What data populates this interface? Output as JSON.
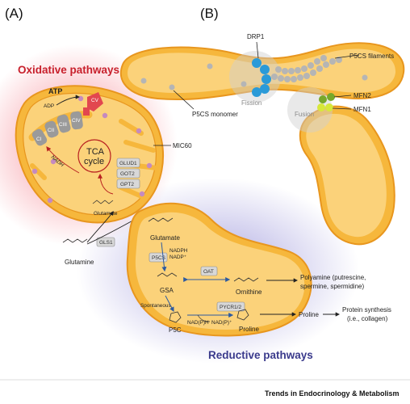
{
  "panels": {
    "a": "(A)",
    "b": "(B)"
  },
  "headings": {
    "oxidative": "Oxidative pathways",
    "reductive": "Reductive pathways"
  },
  "mito_a": {
    "atp": "ATP",
    "adp": "ADP",
    "complexes": [
      "CI",
      "CII",
      "CIII",
      "CIV",
      "CV"
    ],
    "nadh": "NADH",
    "tca": [
      "TCA",
      "cycle"
    ],
    "enzymes": [
      "GLUD1",
      "GOT2",
      "GPT2"
    ],
    "glutamate": "Glutamate",
    "mic60": "MIC60"
  },
  "outside": {
    "glutamine": "Glutamine",
    "gls1": "GLS1"
  },
  "reductive_cell": {
    "glutamate": "Glutamate",
    "nadph": "NADPH",
    "nadp": "NADP⁺",
    "p5cs": "P5CS",
    "oat": "OAT",
    "gsa": "GSA",
    "ornithine": "Ornithine",
    "spontaneous": "Spontaneous",
    "pycr": "PYCR1/2",
    "nadph2": "NAD(P)H",
    "nadp2": "NAD(P)⁺",
    "p5c": "P5C",
    "proline": "Proline"
  },
  "products": {
    "polyamine": [
      "Polyamine (putrescine,",
      "spermine, spermidine)"
    ],
    "proline": "Proline",
    "protein": [
      "Protein synthesis",
      "(i.e., collagen)"
    ]
  },
  "panel_b": {
    "drp1": "DRP1",
    "filaments": "P5CS filaments",
    "fission": "Fission",
    "fusion": "Fusion",
    "mfn2": "MFN2",
    "mfn1": "MFN1",
    "monomer": "P5CS monomer"
  },
  "colors": {
    "mito_fill": "#f6b73c",
    "mito_stroke": "#e8961e",
    "matrix": "#fbd27a",
    "oxidative_glow": "#f24a5c",
    "reductive_glow": "#6b63c9",
    "drp1": "#2a9ad8",
    "mfn": "#9ccc2c",
    "cv": "#e2474f"
  },
  "footer": "Trends in Endocrinology & Metabolism"
}
